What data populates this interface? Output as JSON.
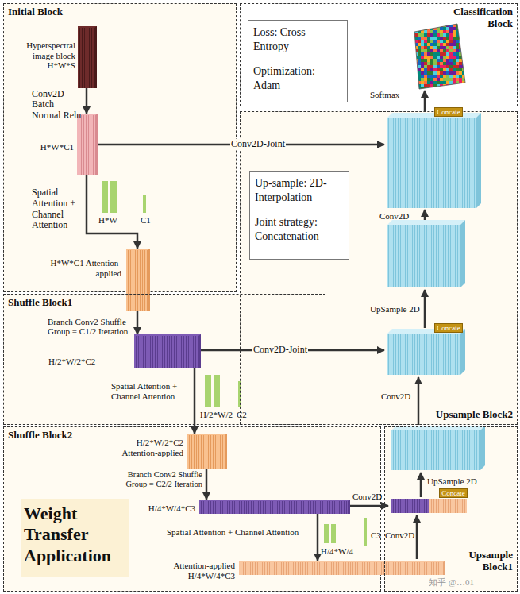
{
  "diagram": {
    "nodes": [
      {
        "text": [
          "Initial Block"
        ]
      },
      {
        "text": [
          "Hyperspectral image block H*W*S"
        ],
        "in": 0
      },
      {
        "text": [
          "H*W*C1"
        ],
        "in": 0
      },
      {
        "text": [
          "H*W*C1 Attention-applied"
        ],
        "in": 0
      },
      {
        "text": [
          "Classification Block"
        ]
      },
      {
        "text": [
          "Loss: Cross Entropy",
          "Optimization: Adam"
        ],
        "in": 4
      },
      {
        "text": [
          "Upsample Block2"
        ]
      },
      {
        "text": [
          "Up-sample: 2D-Interpolation",
          "Joint strategy: Concatenation"
        ],
        "in": 6
      },
      {
        "text": [
          "Concate"
        ],
        "in": 6
      },
      {
        "text": [
          "Concate"
        ],
        "in": 6
      },
      {
        "text": [
          "Shuffle Block1"
        ]
      },
      {
        "text": [
          "H/2*W/2*C2"
        ],
        "in": 10
      },
      {
        "text": [
          "Shuffle Block2"
        ]
      },
      {
        "text": [
          "H/2*W/2*C2 Attention-applied"
        ],
        "in": 12
      },
      {
        "text": [
          "H/4*W/4*C3"
        ],
        "in": 12
      },
      {
        "text": [
          "Attention-applied H/4*W/4*C3"
        ],
        "in": 12
      },
      {
        "text": [
          "Weight Transfer Application"
        ],
        "in": 12
      },
      {
        "text": [
          "Upsample Block1"
        ]
      },
      {
        "text": [
          "Concate"
        ],
        "in": 17
      }
    ],
    "edges": [
      {
        "from": 1,
        "to": 2,
        "arrow": "to",
        "label": "Conv2D Batch Normal Relu"
      },
      {
        "from": 2,
        "to": 3,
        "arrow": "to"
      },
      {
        "from": 3,
        "to": 11,
        "arrow": "to",
        "label": "Branch Conv2 Shuffle Group = C1/2 Iteration"
      },
      {
        "from": 11,
        "to": 13,
        "arrow": "to"
      },
      {
        "from": 13,
        "to": 14,
        "arrow": "to",
        "label": "Branch Conv2 Shuffle Group = C2/2 Iteration"
      },
      {
        "from": 14,
        "to": 15,
        "arrow": "to"
      }
    ],
    "labels": [
      "Spatial Attention + Channel Attention",
      "H*W",
      "C1",
      "Conv2D-Joint",
      "Softmax",
      "Conv2D",
      "UpSample 2D",
      "Conv2D-Joint",
      "Conv2D",
      "Spatial Attention + Channel Attention",
      "H/2*W/2",
      "C2",
      "Conv2D",
      "UpSample 2D",
      "Conv2D",
      "Spatial Attention + Channel Attention",
      "H/4*W/4",
      "C3",
      "知乎 @…01"
    ]
  }
}
